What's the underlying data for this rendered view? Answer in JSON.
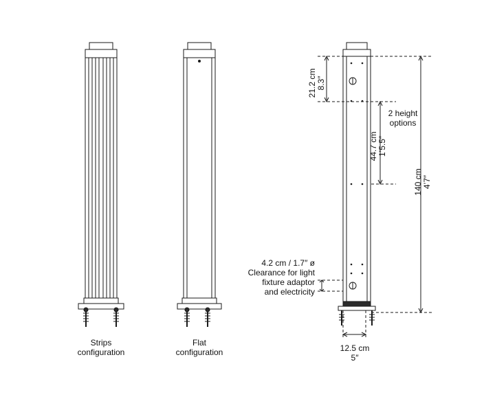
{
  "captions": {
    "strips": [
      "Strips",
      "configuration"
    ],
    "flat": [
      "Flat",
      "configuration"
    ]
  },
  "dims": {
    "top_cm": "21.2 cm",
    "top_in": "8.3″",
    "mid_cm": "44.7 cm",
    "mid_in": "1’5.5″",
    "total_cm": "140 cm",
    "total_in": "4’7″",
    "width_cm": "12.5 cm",
    "width_in": "5″",
    "options_line1": "2 height",
    "options_line2": "options",
    "clearance": [
      "4.2 cm / 1.7″  ø",
      "Clearance for light",
      "fixture adaptor",
      "and electricity"
    ]
  },
  "colors": {
    "line": "#1a1a1a",
    "fill_dark": "#2b2b2b"
  }
}
